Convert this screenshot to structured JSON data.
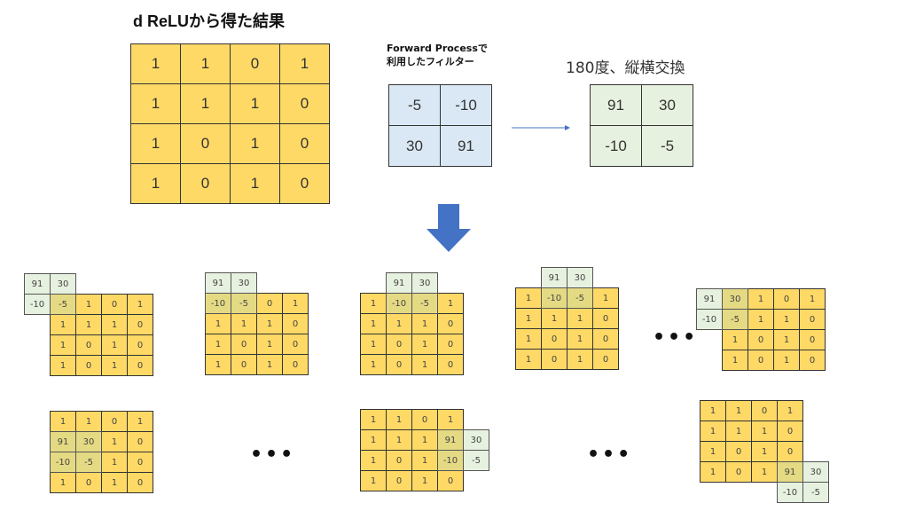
{
  "title": "d ReLUから得た結果",
  "filter_label_line1": "Forward Processで",
  "filter_label_line2": "利用したフィルター",
  "rotate_label": "180度、縦横交換",
  "ellipsis": "•••",
  "drelu_matrix": [
    [
      1,
      1,
      0,
      1
    ],
    [
      1,
      1,
      1,
      0
    ],
    [
      1,
      0,
      1,
      0
    ],
    [
      1,
      0,
      1,
      0
    ]
  ],
  "forward_filter": [
    [
      -5,
      -10
    ],
    [
      30,
      91
    ]
  ],
  "rotated_filter": [
    [
      91,
      30
    ],
    [
      -10,
      -5
    ]
  ],
  "colors": {
    "matrix": "#ffd966",
    "forward_filter": "#dae8f5",
    "rotated_filter": "#e7f1df",
    "overlap": "#e5da84",
    "arrow": "#4472c4"
  },
  "steps": [
    {
      "name": "step-1",
      "filter_offset": [
        -1,
        -1
      ]
    },
    {
      "name": "step-2",
      "filter_offset": [
        0,
        -1
      ]
    },
    {
      "name": "step-3",
      "filter_offset": [
        1,
        -1
      ]
    },
    {
      "name": "step-4",
      "filter_offset": [
        1,
        -1
      ]
    },
    {
      "name": "step-5",
      "filter_offset": [
        -1,
        0
      ]
    },
    {
      "name": "step-6",
      "filter_offset": [
        0,
        1
      ]
    },
    {
      "name": "step-7",
      "filter_offset": [
        3,
        1
      ]
    },
    {
      "name": "step-8",
      "filter_offset": [
        3,
        3
      ]
    }
  ]
}
